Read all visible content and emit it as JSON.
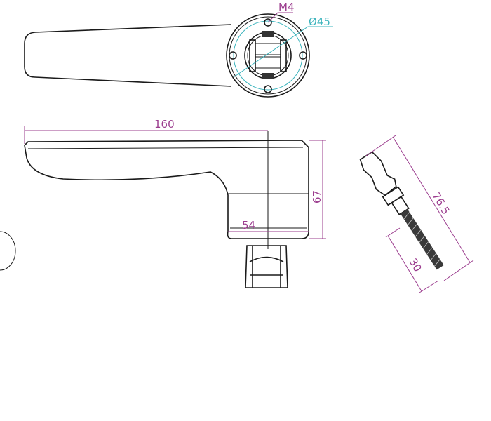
{
  "drawing": {
    "top_view": {
      "thread_label": "M4",
      "diameter_label": "Ø45"
    },
    "side_view": {
      "length_label": "160",
      "height_label": "67",
      "rose_width_label": "54"
    },
    "bolt_view": {
      "total_length_label": "76.5",
      "thread_length_label": "30"
    }
  },
  "colors": {
    "dimension": "#9b3c8e",
    "centerline": "#3cb4bd",
    "outline": "#1a1a1a"
  }
}
